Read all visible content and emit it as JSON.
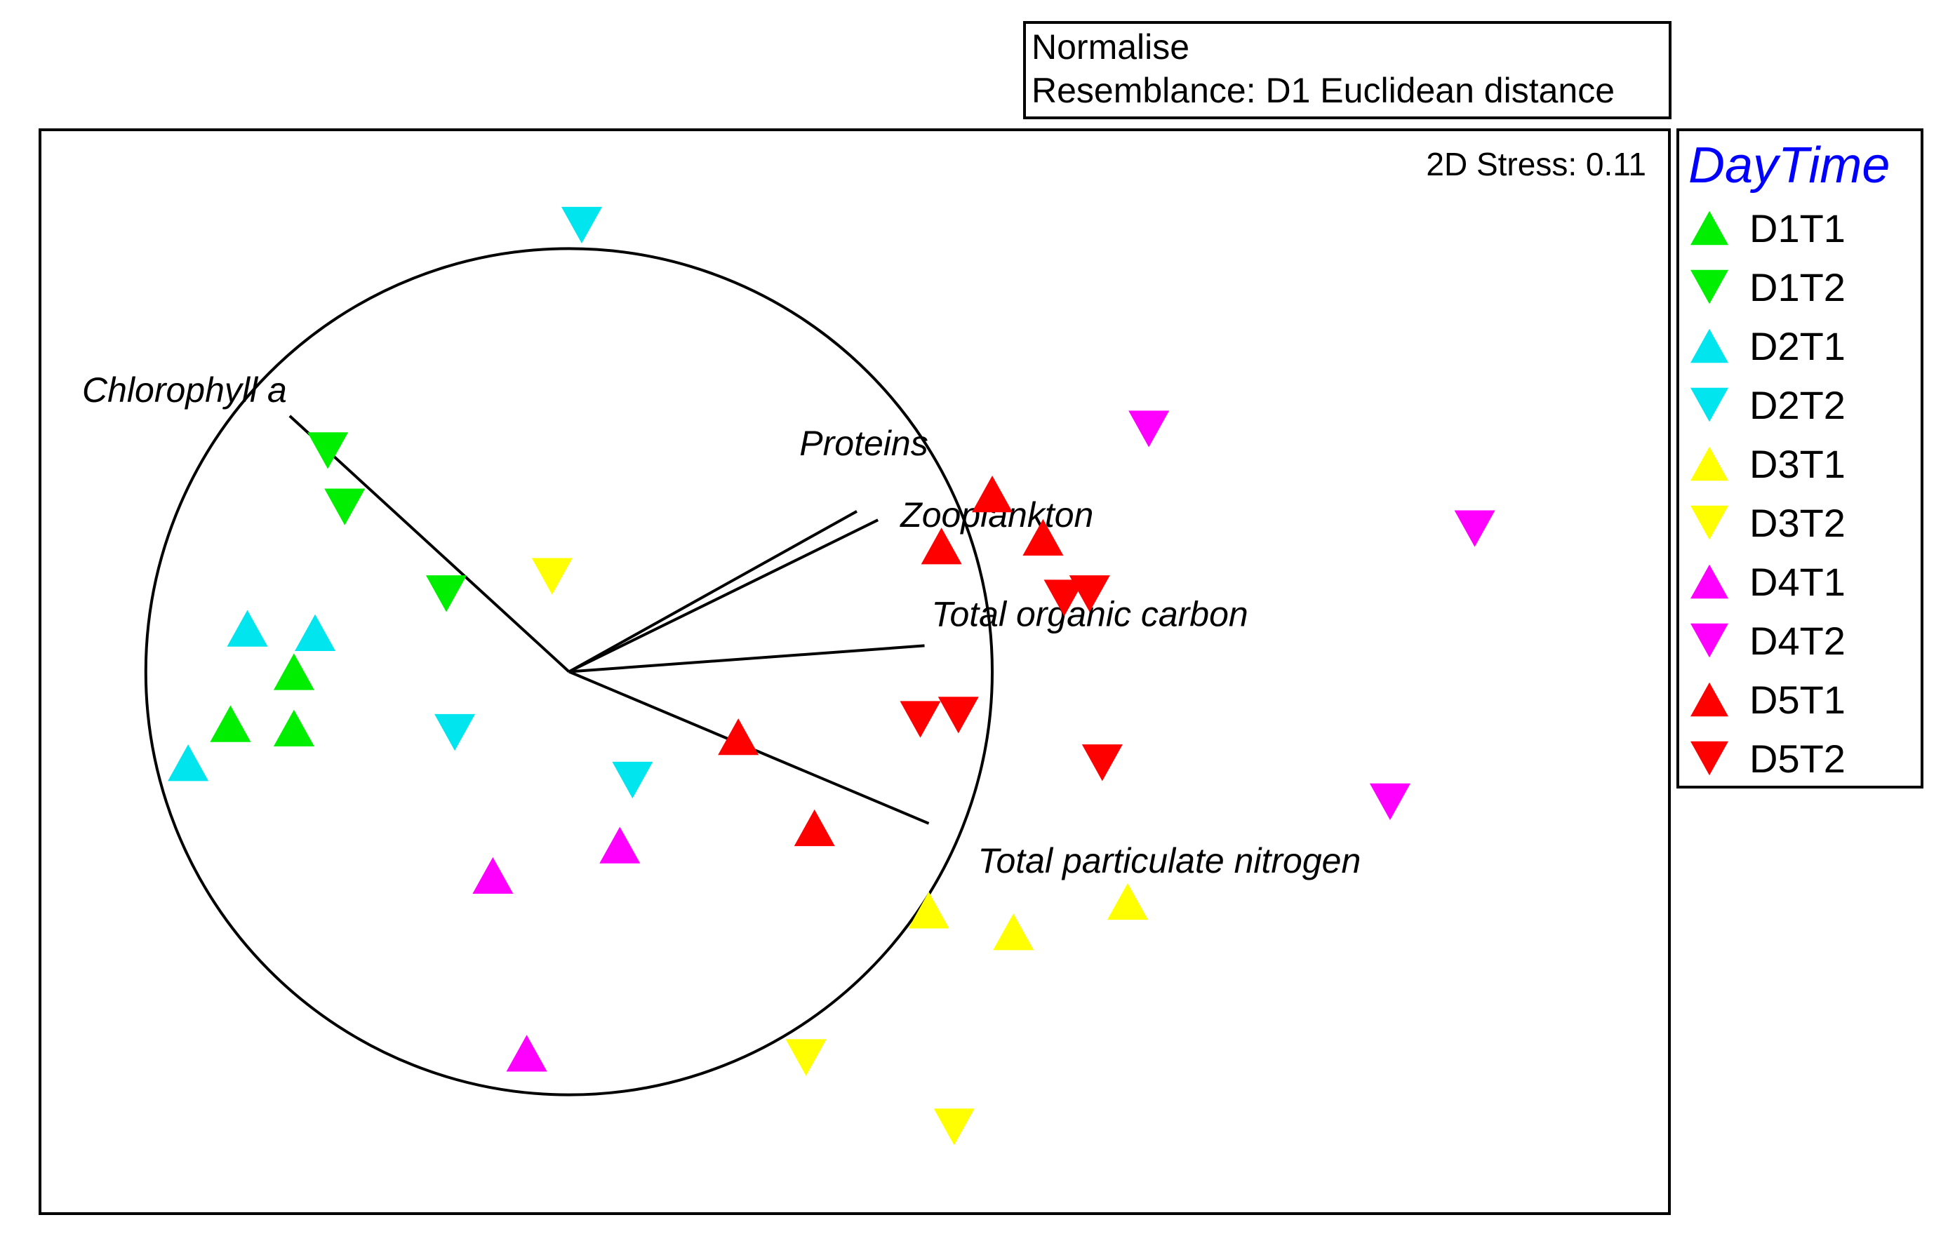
{
  "chart_data": {
    "type": "scatter",
    "subtype": "nMDS ordination with vector overlay",
    "info_box": [
      "Normalise",
      "Resemblance: D1 Euclidean distance"
    ],
    "stress_label": "2D Stress: 0.11",
    "legend": {
      "title": "DayTime",
      "title_color": "#0000ff",
      "placement": "right",
      "entries": [
        {
          "name": "D1T1",
          "color": "#00ee00",
          "marker": "triangle-up"
        },
        {
          "name": "D1T2",
          "color": "#00ee00",
          "marker": "triangle-down"
        },
        {
          "name": "D2T1",
          "color": "#00e5ee",
          "marker": "triangle-up"
        },
        {
          "name": "D2T2",
          "color": "#00e5ee",
          "marker": "triangle-down"
        },
        {
          "name": "D3T1",
          "color": "#ffff00",
          "marker": "triangle-up"
        },
        {
          "name": "D3T2",
          "color": "#ffff00",
          "marker": "triangle-down"
        },
        {
          "name": "D4T1",
          "color": "#ff00ff",
          "marker": "triangle-up"
        },
        {
          "name": "D4T2",
          "color": "#ff00ff",
          "marker": "triangle-down"
        },
        {
          "name": "D5T1",
          "color": "#ff0000",
          "marker": "triangle-up"
        },
        {
          "name": "D5T2",
          "color": "#ff0000",
          "marker": "triangle-down"
        }
      ]
    },
    "xlim": [
      -1.25,
      2.6
    ],
    "ylim": [
      -1.25,
      1.25
    ],
    "grid": false,
    "circle": {
      "cx": 0,
      "cy": 0,
      "r": 1
    },
    "vectors": [
      {
        "label": "Chlorophyll a",
        "x": -0.66,
        "y": 0.59
      },
      {
        "label": "Proteins",
        "x": 0.68,
        "y": 0.37
      },
      {
        "label": "Zooplankton",
        "x": 0.73,
        "y": 0.35
      },
      {
        "label": "Total organic carbon",
        "x": 0.84,
        "y": 0.06
      },
      {
        "label": "Total particulate nitrogen",
        "x": 0.85,
        "y": -0.35
      }
    ],
    "series": [
      {
        "name": "D1T1",
        "points": [
          [
            -0.65,
            0.0
          ],
          [
            -0.8,
            -0.12
          ],
          [
            -0.65,
            -0.13
          ]
        ]
      },
      {
        "name": "D1T2",
        "points": [
          [
            -0.57,
            0.51
          ],
          [
            -0.53,
            0.38
          ],
          [
            -0.29,
            0.18
          ]
        ]
      },
      {
        "name": "D2T1",
        "points": [
          [
            -0.76,
            0.1
          ],
          [
            -0.6,
            0.09
          ],
          [
            -0.9,
            -0.21
          ]
        ]
      },
      {
        "name": "D2T2",
        "points": [
          [
            0.03,
            1.03
          ],
          [
            -0.27,
            -0.14
          ],
          [
            0.15,
            -0.25
          ]
        ]
      },
      {
        "name": "D3T1",
        "points": [
          [
            0.85,
            -0.55
          ],
          [
            1.05,
            -0.6
          ],
          [
            1.32,
            -0.53
          ]
        ]
      },
      {
        "name": "D3T2",
        "points": [
          [
            -0.04,
            0.22
          ],
          [
            0.56,
            -0.89
          ],
          [
            0.91,
            -1.05
          ]
        ]
      },
      {
        "name": "D4T1",
        "points": [
          [
            -0.18,
            -0.47
          ],
          [
            0.12,
            -0.4
          ],
          [
            -0.1,
            -0.88
          ]
        ]
      },
      {
        "name": "D4T2",
        "points": [
          [
            1.37,
            0.56
          ],
          [
            2.14,
            0.33
          ],
          [
            1.94,
            -0.3
          ]
        ]
      },
      {
        "name": "D5T1",
        "points": [
          [
            1.0,
            0.41
          ],
          [
            0.88,
            0.29
          ],
          [
            1.12,
            0.31
          ],
          [
            0.4,
            -0.15
          ],
          [
            0.58,
            -0.36
          ]
        ]
      },
      {
        "name": "D5T2",
        "points": [
          [
            1.17,
            0.17
          ],
          [
            1.23,
            0.18
          ],
          [
            0.83,
            -0.11
          ],
          [
            0.92,
            -0.1
          ],
          [
            1.26,
            -0.21
          ]
        ]
      }
    ]
  }
}
